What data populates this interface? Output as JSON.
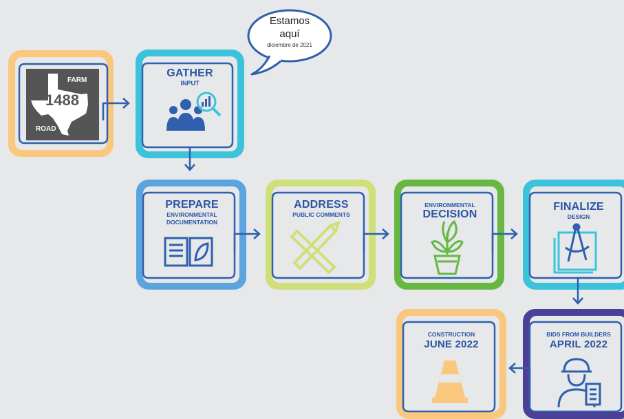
{
  "bubble": {
    "line1": "Estamos",
    "line2": "aquí",
    "date": "diciembre de 2021"
  },
  "sign": {
    "top": "FARM",
    "number": "1488",
    "bottom": "ROAD"
  },
  "steps": [
    {
      "title": "GATHER",
      "subtitle": "INPUT",
      "color": "#3cc3dc"
    },
    {
      "title": "PREPARE",
      "subtitle1": "ENVIRONMENTAL",
      "subtitle2": "DOCUMENTATION",
      "color": "#5ba4de"
    },
    {
      "title": "ADDRESS",
      "subtitle": "PUBLIC COMMENTS",
      "color": "#cfe07a"
    },
    {
      "title": "DECISION",
      "pretitle": "ENVIRONMENTAL",
      "color": "#66b843"
    },
    {
      "title": "FINALIZE",
      "subtitle": "DESIGN",
      "color": "#3cc3dc"
    },
    {
      "line1": "BIDS FROM BUILDERS",
      "line2": "APRIL 2022",
      "color": "#4b3f97"
    },
    {
      "line1": "CONSTRUCTION",
      "line2": "JUNE 2022",
      "color": "#f9c87e"
    }
  ],
  "colors": {
    "start_tile": "#f9c87e",
    "text_blue": "#2b55a4",
    "arrow_blue": "#2f5fae",
    "sign_gray": "#555555"
  }
}
